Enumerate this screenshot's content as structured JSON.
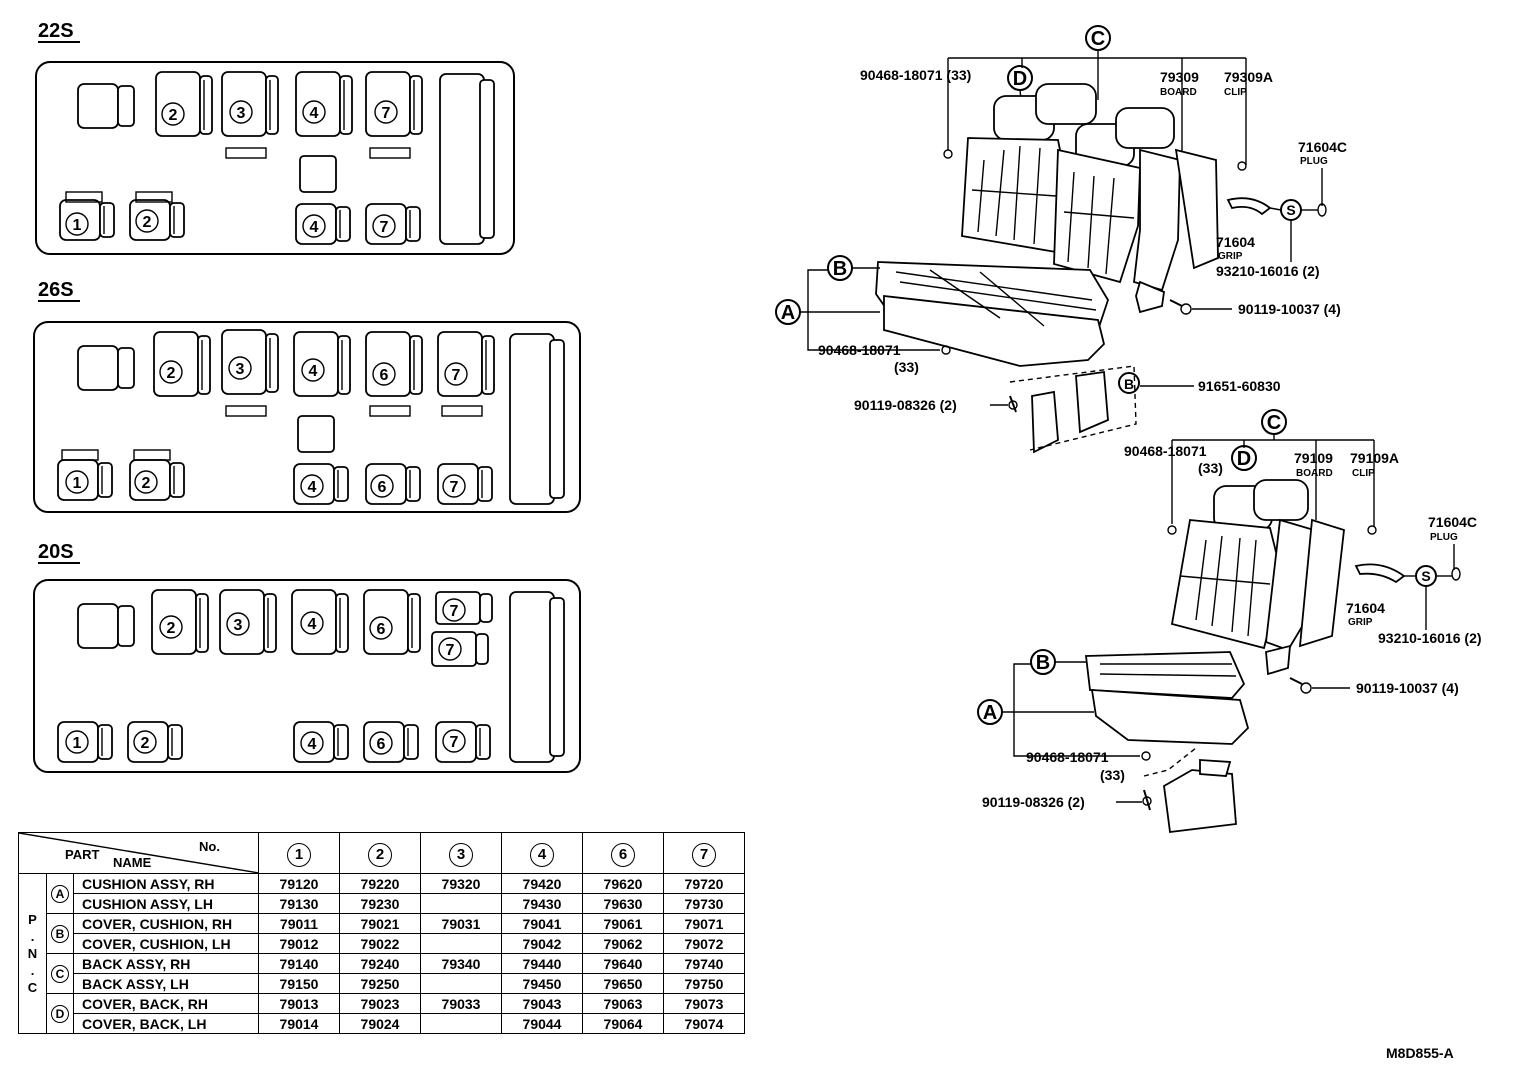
{
  "layouts": [
    {
      "label": "22S"
    },
    {
      "label": "26S"
    },
    {
      "label": "20S"
    }
  ],
  "seat_numbers": {
    "n1": "1",
    "n2": "2",
    "n3": "3",
    "n4": "4",
    "n6": "6",
    "n7": "7"
  },
  "callouts": {
    "A": "A",
    "B": "B",
    "C": "C",
    "D": "D",
    "S": "S"
  },
  "upper_assembly": {
    "p1": "90468-18071 (33)",
    "p2": "79309",
    "p2_sub": "BOARD",
    "p3": "79309A",
    "p3_sub": "CLIP",
    "p4": "71604C",
    "p4_sub": "PLUG",
    "p5": "71604",
    "p5_sub": "GRIP",
    "p6": "93210-16016 (2)",
    "p7": "90119-10037 (4)",
    "p8": "90468-18071",
    "p8_qty": "(33)",
    "p9": "91651-60830",
    "p10": "90119-08326 (2)"
  },
  "lower_assembly": {
    "p1": "90468-18071",
    "p1_qty": "(33)",
    "p2": "79109",
    "p2_sub": "BOARD",
    "p3": "79109A",
    "p3_sub": "CLIP",
    "p4": "71604C",
    "p4_sub": "PLUG",
    "p5": "71604",
    "p5_sub": "GRIP",
    "p6": "93210-16016 (2)",
    "p7": "90119-10037 (4)",
    "p8": "90468-18071",
    "p8_qty": "(33)",
    "p10": "90119-08326 (2)"
  },
  "table": {
    "header_no": "No.",
    "header_part": "PART",
    "header_name": "NAME",
    "pnc_letters": [
      "P",
      ".",
      "N",
      ".",
      "C"
    ],
    "columns": [
      "1",
      "2",
      "3",
      "4",
      "6",
      "7"
    ],
    "rows": [
      {
        "group": "A",
        "name": "CUSHION ASSY, RH",
        "values": [
          "79120",
          "79220",
          "79320",
          "79420",
          "79620",
          "79720"
        ]
      },
      {
        "group": "",
        "name": "CUSHION ASSY, LH",
        "values": [
          "79130",
          "79230",
          "",
          "79430",
          "79630",
          "79730"
        ]
      },
      {
        "group": "B",
        "name": "COVER, CUSHION, RH",
        "values": [
          "79011",
          "79021",
          "79031",
          "79041",
          "79061",
          "79071"
        ]
      },
      {
        "group": "",
        "name": "COVER, CUSHION, LH",
        "values": [
          "79012",
          "79022",
          "",
          "79042",
          "79062",
          "79072"
        ]
      },
      {
        "group": "C",
        "name": "BACK ASSY, RH",
        "values": [
          "79140",
          "79240",
          "79340",
          "79440",
          "79640",
          "79740"
        ]
      },
      {
        "group": "",
        "name": "BACK ASSY, LH",
        "values": [
          "79150",
          "79250",
          "",
          "79450",
          "79650",
          "79750"
        ]
      },
      {
        "group": "D",
        "name": "COVER, BACK, RH",
        "values": [
          "79013",
          "79023",
          "79033",
          "79043",
          "79063",
          "79073"
        ]
      },
      {
        "group": "",
        "name": "COVER, BACK, LH",
        "values": [
          "79014",
          "79024",
          "",
          "79044",
          "79064",
          "79074"
        ]
      }
    ]
  },
  "figure_code": "M8D855-A"
}
